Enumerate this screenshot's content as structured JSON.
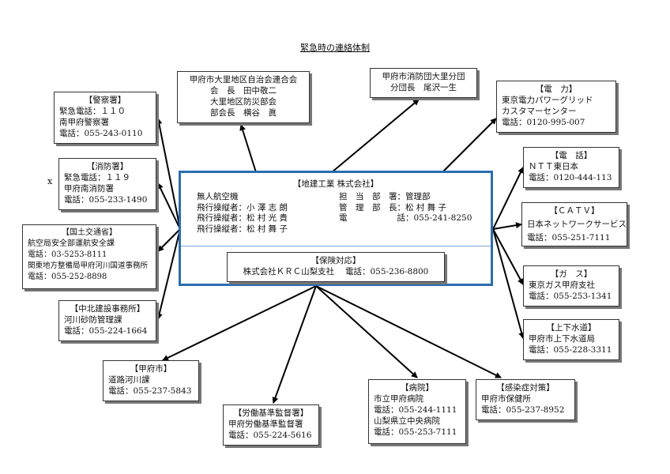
{
  "title": "緊急時の連絡体制",
  "stray_mark": "x",
  "main": {
    "title": "【地建工業 株式会社】",
    "left_lines": [
      "無人航空機",
      "飛行操縦者：小 澤 志 朗",
      "飛行操縦者：松 村 光 貴",
      "飛行操縦者：松 村 舞 子"
    ],
    "right_lines": [
      "担　当　部　署：管理部",
      "管　理　部　長：松 村 舞 子",
      "電　　　　　　話：055-241-8250"
    ],
    "insurance": {
      "title": "【保険対応】",
      "line": "株式会社ＫＲＣ山梨支社　 電話：055-236-8800"
    }
  },
  "contacts": [
    {
      "id": "jichikai",
      "lines": [
        "甲府市大里地区自治会連合会",
        "会　長　田中敬二",
        "大里地区防災部会",
        "部会長　横谷　眞"
      ]
    },
    {
      "id": "shobodan",
      "lines": [
        "甲府市消防団大里分団",
        "分団長　尾沢一生"
      ]
    },
    {
      "id": "denryoku",
      "lines": [
        "【電　力】",
        "東京電力パワーグリッド",
        "カスタマーセンター",
        "電話：0120-995-007"
      ]
    },
    {
      "id": "keisatsu",
      "lines": [
        "【警察署】",
        "緊急電話：１１０",
        "南甲府警察署",
        "電話：055-243-0110"
      ]
    },
    {
      "id": "shobosho",
      "lines": [
        "【消防署】",
        "緊急電話：１１９",
        "甲府南消防署",
        "電話：055-233-1490"
      ]
    },
    {
      "id": "kokudo",
      "lines": [
        "【国土交通省】",
        "航空局安全部運航安全課",
        "電話：03-5253-8111",
        "関東地方整備局甲府河川国道事務所",
        "電話：055-252-8898"
      ]
    },
    {
      "id": "chuhoku",
      "lines": [
        "【中北建設事務所】",
        "河川砂防管理課",
        "電話：055-224-1664"
      ]
    },
    {
      "id": "denwa",
      "lines": [
        "【電　話】",
        "ＮＴＴ東日本",
        "電話：0120-444-113"
      ]
    },
    {
      "id": "catv",
      "lines": [
        "【ＣＡＴＶ】",
        "日本ネットワークサービス",
        "電話：055-251-7111"
      ]
    },
    {
      "id": "gas",
      "lines": [
        "【ガ　ス】",
        "東京ガス甲府支社",
        "電話：055-253-1341"
      ]
    },
    {
      "id": "suido",
      "lines": [
        "【上下水道】",
        "甲府市上下水道局",
        "電話：055-228-3311"
      ]
    },
    {
      "id": "kofushi",
      "lines": [
        "【甲府市】",
        "道路河川課",
        "電話：055-237-5843"
      ]
    },
    {
      "id": "rodo",
      "lines": [
        "【労働基準監督署】",
        "甲府労働基準監督署",
        "電話：055-224-5616"
      ]
    },
    {
      "id": "byoin",
      "lines": [
        "【病院】",
        "市立甲府病院",
        "電話：055-244-1111",
        "山梨県立中央病院",
        "電話：055-253-7111"
      ]
    },
    {
      "id": "kansen",
      "lines": [
        "【感染症対策】",
        "甲府市保健所",
        "電話：055-237-8952"
      ]
    }
  ]
}
